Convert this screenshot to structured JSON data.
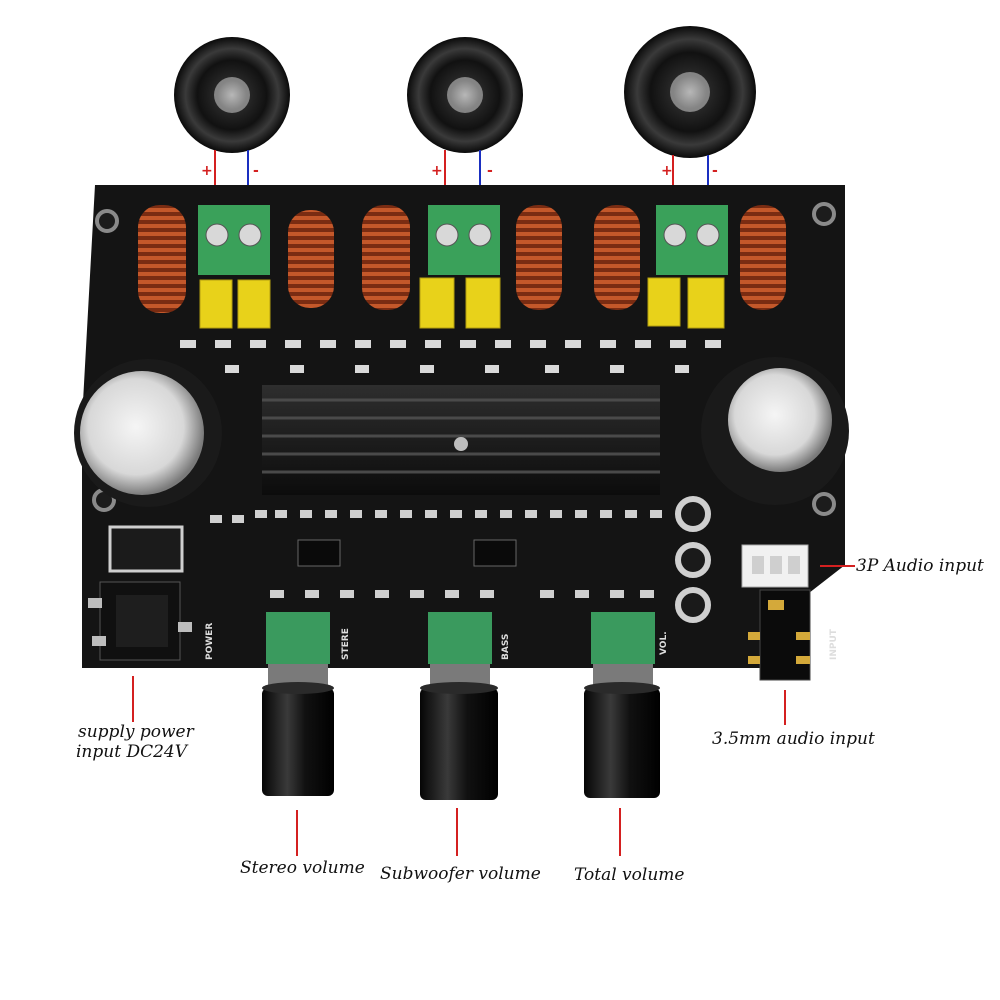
{
  "callouts": {
    "audio_3p": "3P Audio input",
    "power_line1": "supply power",
    "power_line2": "input DC24V",
    "jack": "3.5mm audio input",
    "stereo": "Stereo volume",
    "subwoofer": "Subwoofer volume",
    "total": "Total volume"
  },
  "polarity": {
    "plus": "+",
    "minus": "-"
  },
  "board_labels": {
    "power": "POWER",
    "stere": "STERE",
    "bass": "BASS",
    "vol": "VOL.",
    "input": "INPUT"
  },
  "colors": {
    "wire_positive": "#d42020",
    "wire_negative": "#1a2fc0",
    "leader_line": "#d42020",
    "pcb": "#141414"
  }
}
